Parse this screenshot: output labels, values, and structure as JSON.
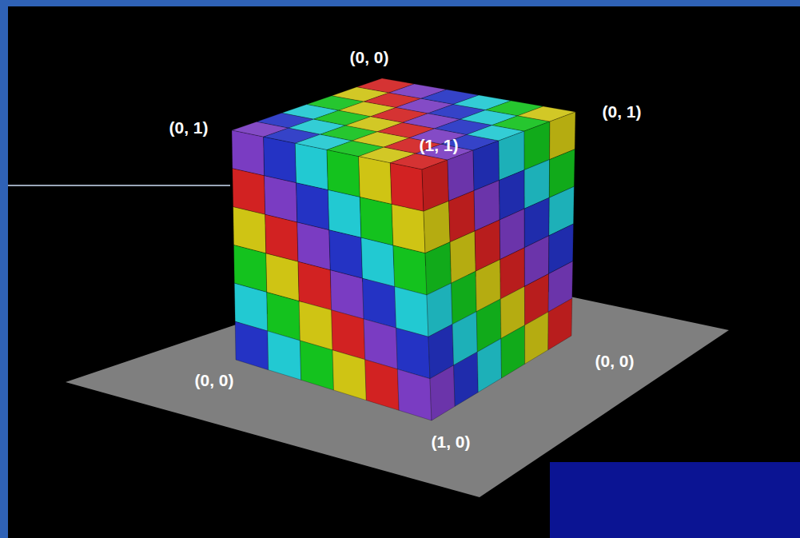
{
  "diagram": {
    "labels": [
      "(0, 0)",
      "(0, 1)",
      "(0, 1)",
      "(1, 1)",
      "(0, 0)",
      "(0, 0)",
      "(1, 0)"
    ]
  }
}
